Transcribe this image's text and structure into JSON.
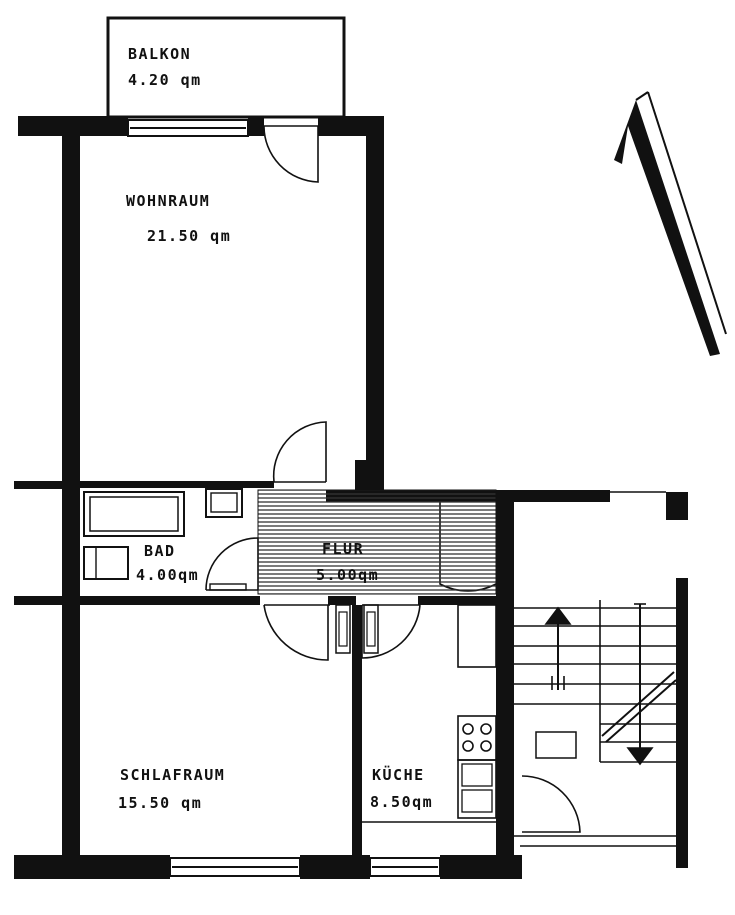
{
  "colors": {
    "wall": "#111111",
    "line": "#111111",
    "paper": "#ffffff",
    "hatch": "#333333"
  },
  "rooms": {
    "balkon": {
      "name": "BALKON",
      "area": "4.20 qm"
    },
    "wohnraum": {
      "name": "WOHNRAUM",
      "area": "21.50 qm"
    },
    "bad": {
      "name": "BAD",
      "area": "4.00qm"
    },
    "flur": {
      "name": "FLUR",
      "area": "5.00qm"
    },
    "schlafraum": {
      "name": "SCHLAFRAUM",
      "area": "15.50 qm"
    },
    "kueche": {
      "name": "KÜCHE",
      "area": "8.50qm"
    }
  },
  "icons": {
    "north_arrow": "north-arrow-icon",
    "stairs_up_arrow": "arrow-up-icon",
    "stairs_down_arrow": "arrow-down-icon"
  }
}
